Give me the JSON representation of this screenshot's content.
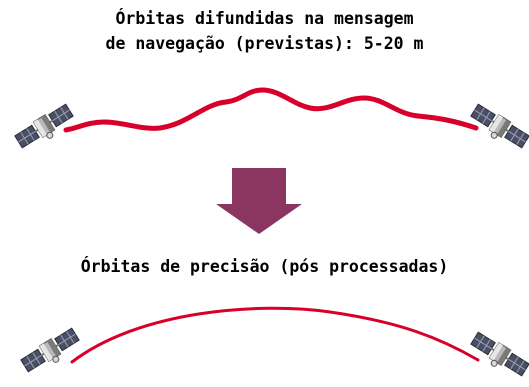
{
  "top": {
    "line1": "Órbitas difundidas na mensagem",
    "line2": "de navegação (previstas): 5-20 m"
  },
  "bottom": {
    "title": "Órbitas de precisão (pós processadas)"
  },
  "colors": {
    "orbit": "#d8002a",
    "arrow": "#8a3660",
    "text": "#000000"
  },
  "icons": [
    "satellite-icon",
    "arrow-down-icon"
  ]
}
